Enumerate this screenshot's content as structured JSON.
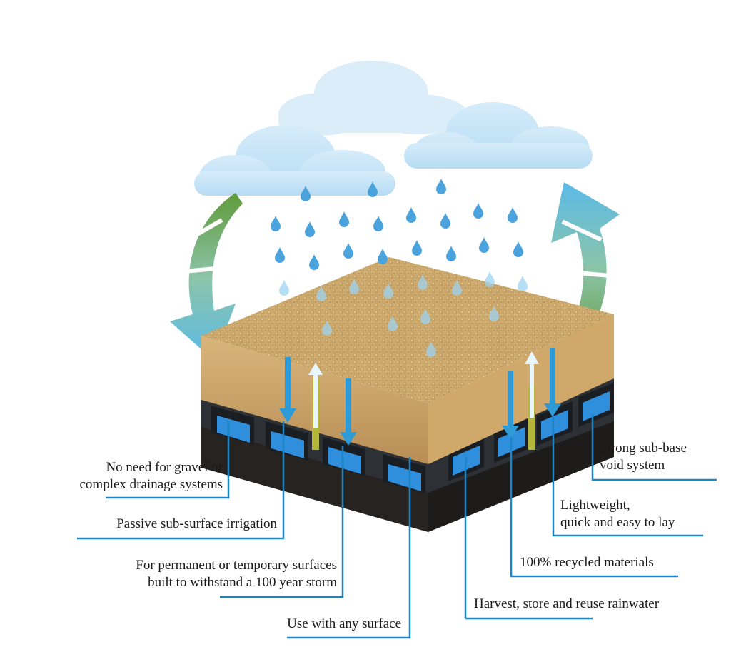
{
  "colors": {
    "sky_cloud": "#c9e6f8",
    "rain_drop": "#4aa3dc",
    "arrow_blue": "#5bbbe8",
    "arrow_green": "#7aa84a",
    "soil_top": "#c9a86a",
    "soil_side": "#d9b57c",
    "crate_dark": "#2b2f33",
    "water_blue": "#2f8fdc",
    "leader_line": "#1b86c7"
  },
  "icons": [
    "cloud-icon",
    "raindrop-icon",
    "cycle-arrow-icon"
  ],
  "labels": {
    "gravel": {
      "line1": "No need for gravel or",
      "line2": "complex drainage systems"
    },
    "irrigation": {
      "line1": "Passive sub-surface irrigation"
    },
    "permanent": {
      "line1": "For permanent or temporary surfaces",
      "line2": "built to withstand a 100 year storm"
    },
    "surface": {
      "line1": "Use with any surface"
    },
    "subbase": {
      "line1": "Strong sub-base",
      "line2": "void system"
    },
    "lightweight": {
      "line1": "Lightweight,",
      "line2": "quick and easy to lay"
    },
    "recycled": {
      "line1": "100% recycled materials"
    },
    "harvest": {
      "line1": "Harvest, store and reuse rainwater"
    }
  }
}
